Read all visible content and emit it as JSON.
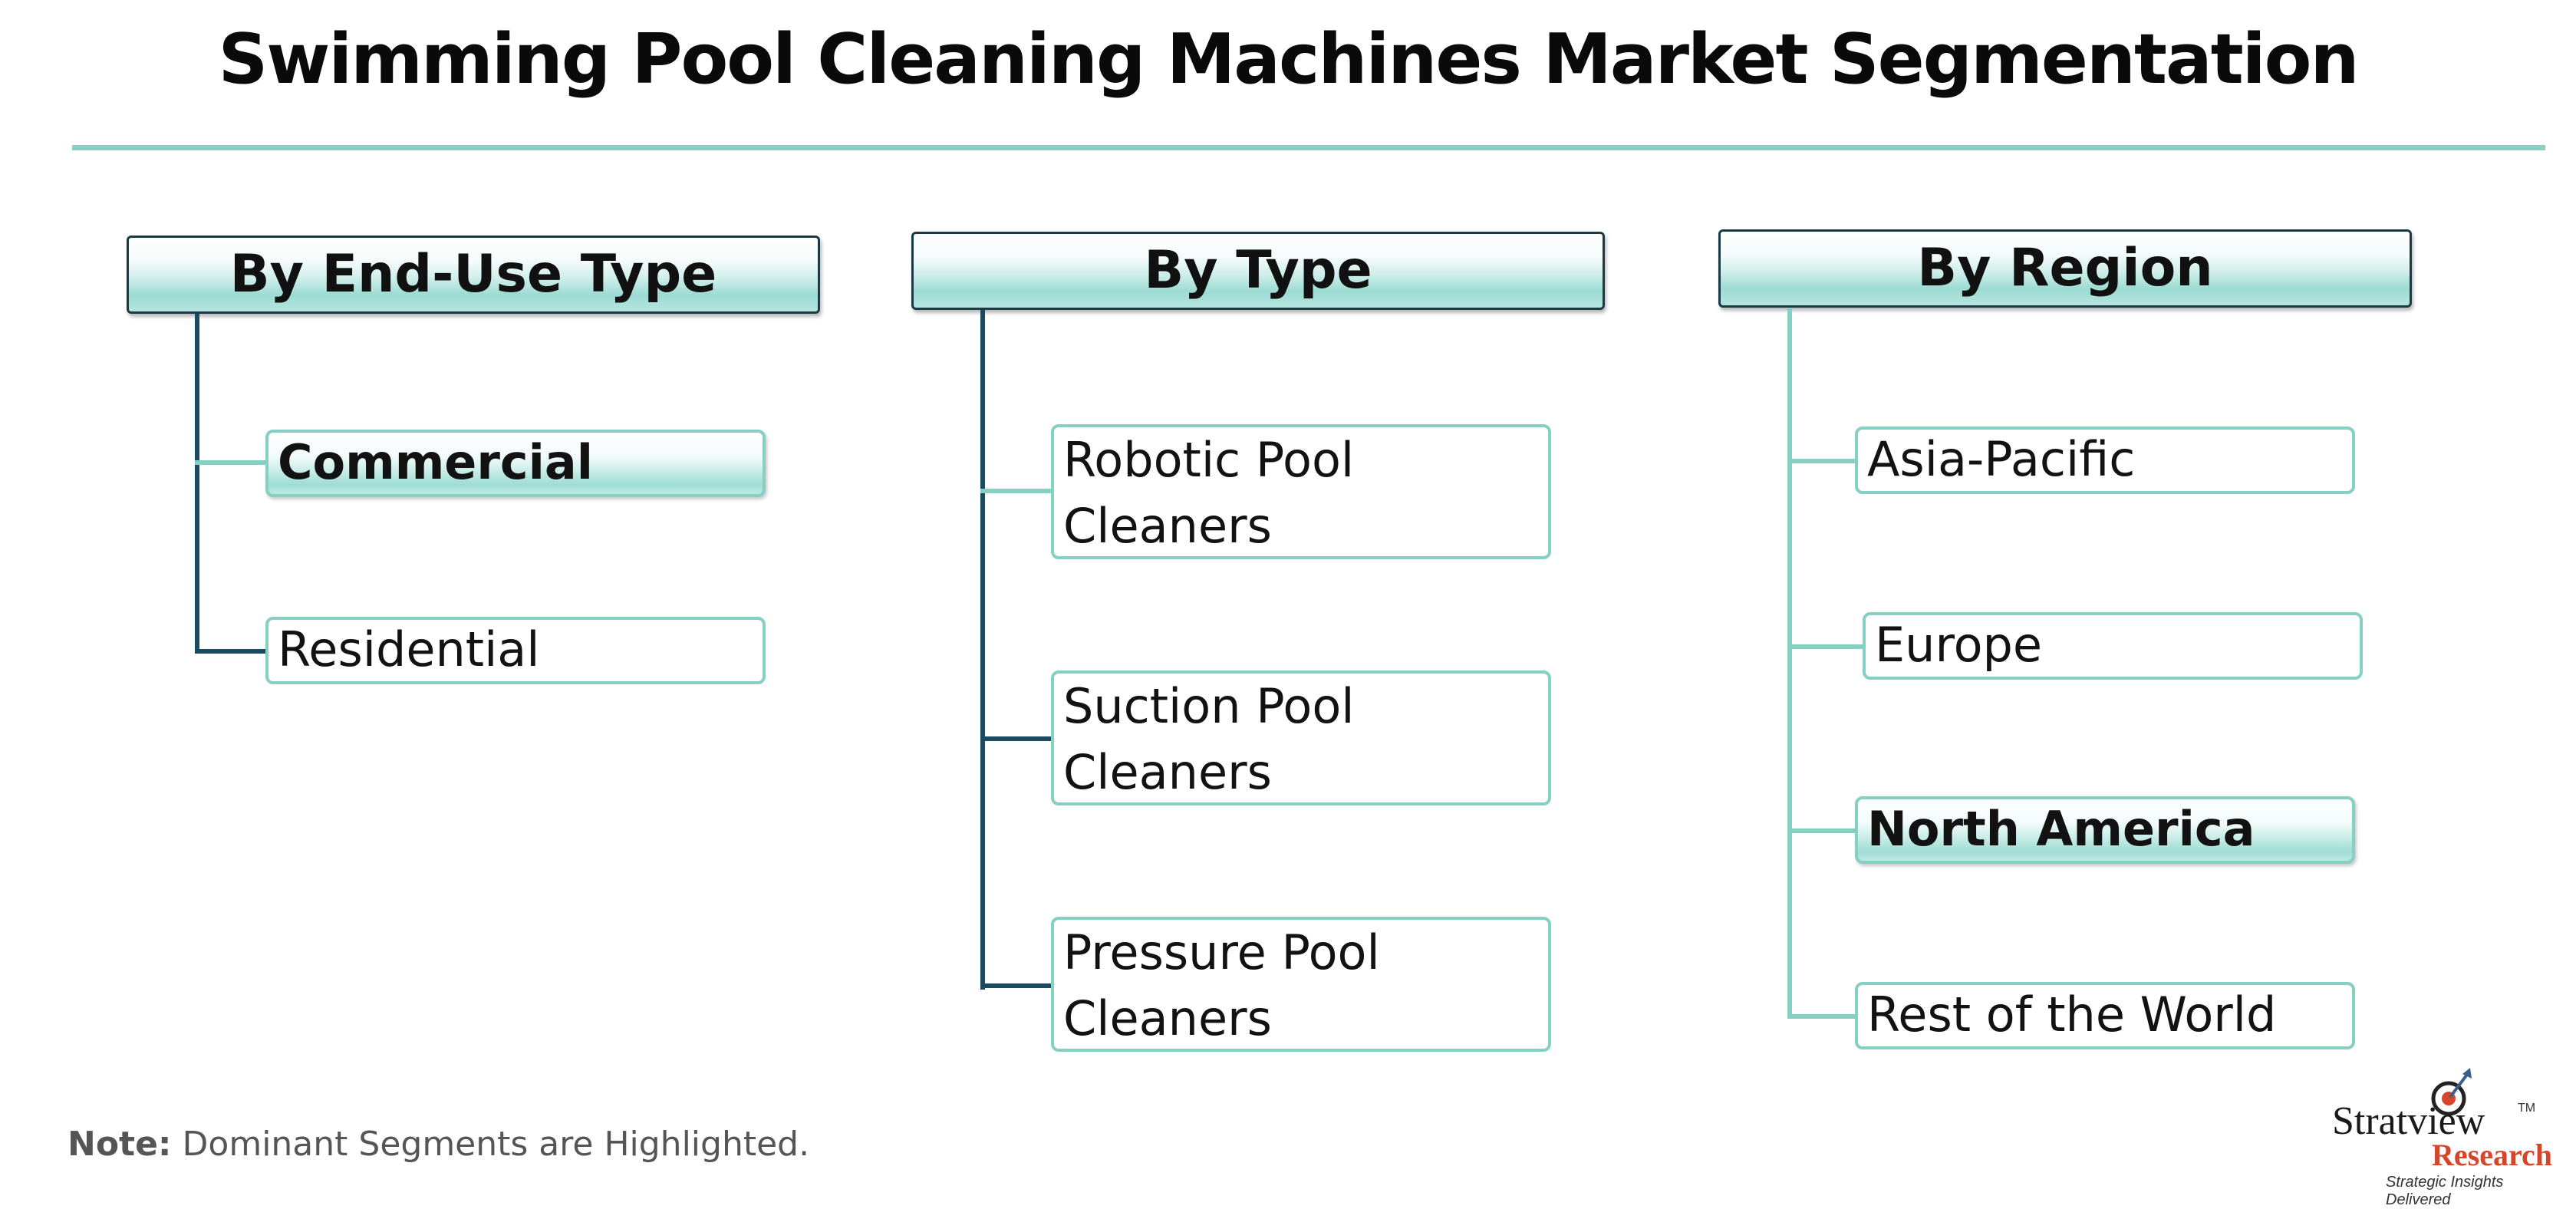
{
  "title": "Swimming Pool Cleaning Machines Market Segmentation",
  "segments": [
    {
      "header": "By End-Use Type",
      "items": [
        {
          "label": "Commercial",
          "highlighted": true
        },
        {
          "label": "Residential",
          "highlighted": false
        }
      ]
    },
    {
      "header": "By Type",
      "items": [
        {
          "line1": "Robotic Pool",
          "line2": "Cleaners",
          "highlighted": false
        },
        {
          "line1": "Suction Pool",
          "line2": "Cleaners",
          "highlighted": false
        },
        {
          "line1": "Pressure Pool",
          "line2": "Cleaners",
          "highlighted": false
        }
      ]
    },
    {
      "header": "By Region",
      "items": [
        {
          "label": "Asia-Pacific",
          "highlighted": false
        },
        {
          "label": "Europe",
          "highlighted": false
        },
        {
          "label": "North America",
          "highlighted": true
        },
        {
          "label": "Rest of the World",
          "highlighted": false
        }
      ]
    }
  ],
  "note": {
    "prefix": "Note:",
    "text": "Dominant Segments are Highlighted."
  },
  "logo": {
    "name": "Stratview",
    "tm": "TM",
    "sub": "Research",
    "tagline": "Strategic Insights Delivered"
  },
  "colors": {
    "accent_teal": "#86cfc3",
    "connector_dark": "#1a4b63",
    "brand_red": "#d4452b"
  }
}
